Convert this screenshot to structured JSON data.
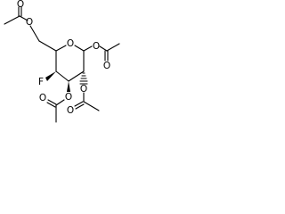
{
  "molecule": {
    "atoms": {
      "ring_oxygen": "O",
      "fluorine": "F",
      "ester_oxygen_c6": "O",
      "carbonyl_oxygen_c6": "O",
      "ester_oxygen_c1": "O",
      "carbonyl_oxygen_c1": "O",
      "ester_oxygen_c2": "O",
      "carbonyl_oxygen_c2": "O",
      "ester_oxygen_c3": "O",
      "carbonyl_oxygen_c3": "O"
    },
    "colors": {
      "bond": "#000000",
      "label": "#000000",
      "background": "#ffffff"
    }
  }
}
